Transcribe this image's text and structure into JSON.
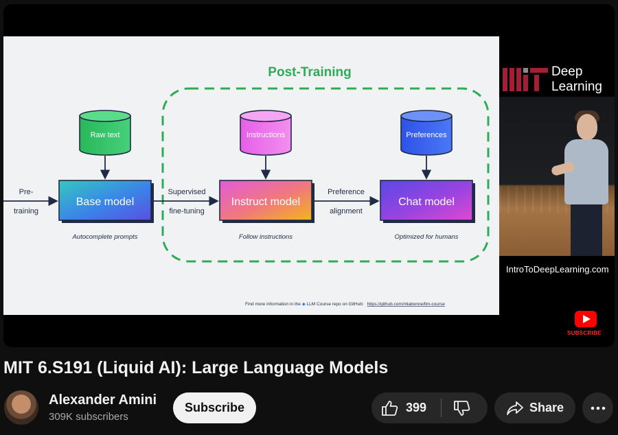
{
  "slide": {
    "title": "Post-Training",
    "pretrain_label_1": "Pre-",
    "pretrain_label_2": "training",
    "db_raw": "Raw text",
    "db_instructions": "Instructions",
    "db_preferences": "Preferences",
    "base_model": "Base model",
    "instruct_model": "Instruct model",
    "chat_model": "Chat model",
    "sft_label_1": "Supervised",
    "sft_label_2": "fine-tuning",
    "pref_label_1": "Preference",
    "pref_label_2": "alignment",
    "caption_base": "Autocomplete prompts",
    "caption_instruct": "Follow instructions",
    "caption_chat": "Optimized for humans",
    "footer_prefix": "Find more information in the",
    "footer_mid": "LLM Course repo on GitHub:",
    "footer_link": "https://github.com/mlabonne/llm-course"
  },
  "side": {
    "brand_line1": "Deep",
    "brand_line2": "Learning",
    "url": "IntroToDeepLearning.com",
    "subscribe_badge": "SUBSCRIBE"
  },
  "video": {
    "title": "MIT 6.S191 (Liquid AI): Large Language Models"
  },
  "channel": {
    "name": "Alexander Amini",
    "subscribers": "309K subscribers",
    "subscribe_label": "Subscribe"
  },
  "actions": {
    "like_count": "399",
    "share_label": "Share"
  },
  "colors": {
    "accent_green": "#2dab57",
    "brand_red": "#a31f34",
    "youtube_red": "#ff0000"
  }
}
